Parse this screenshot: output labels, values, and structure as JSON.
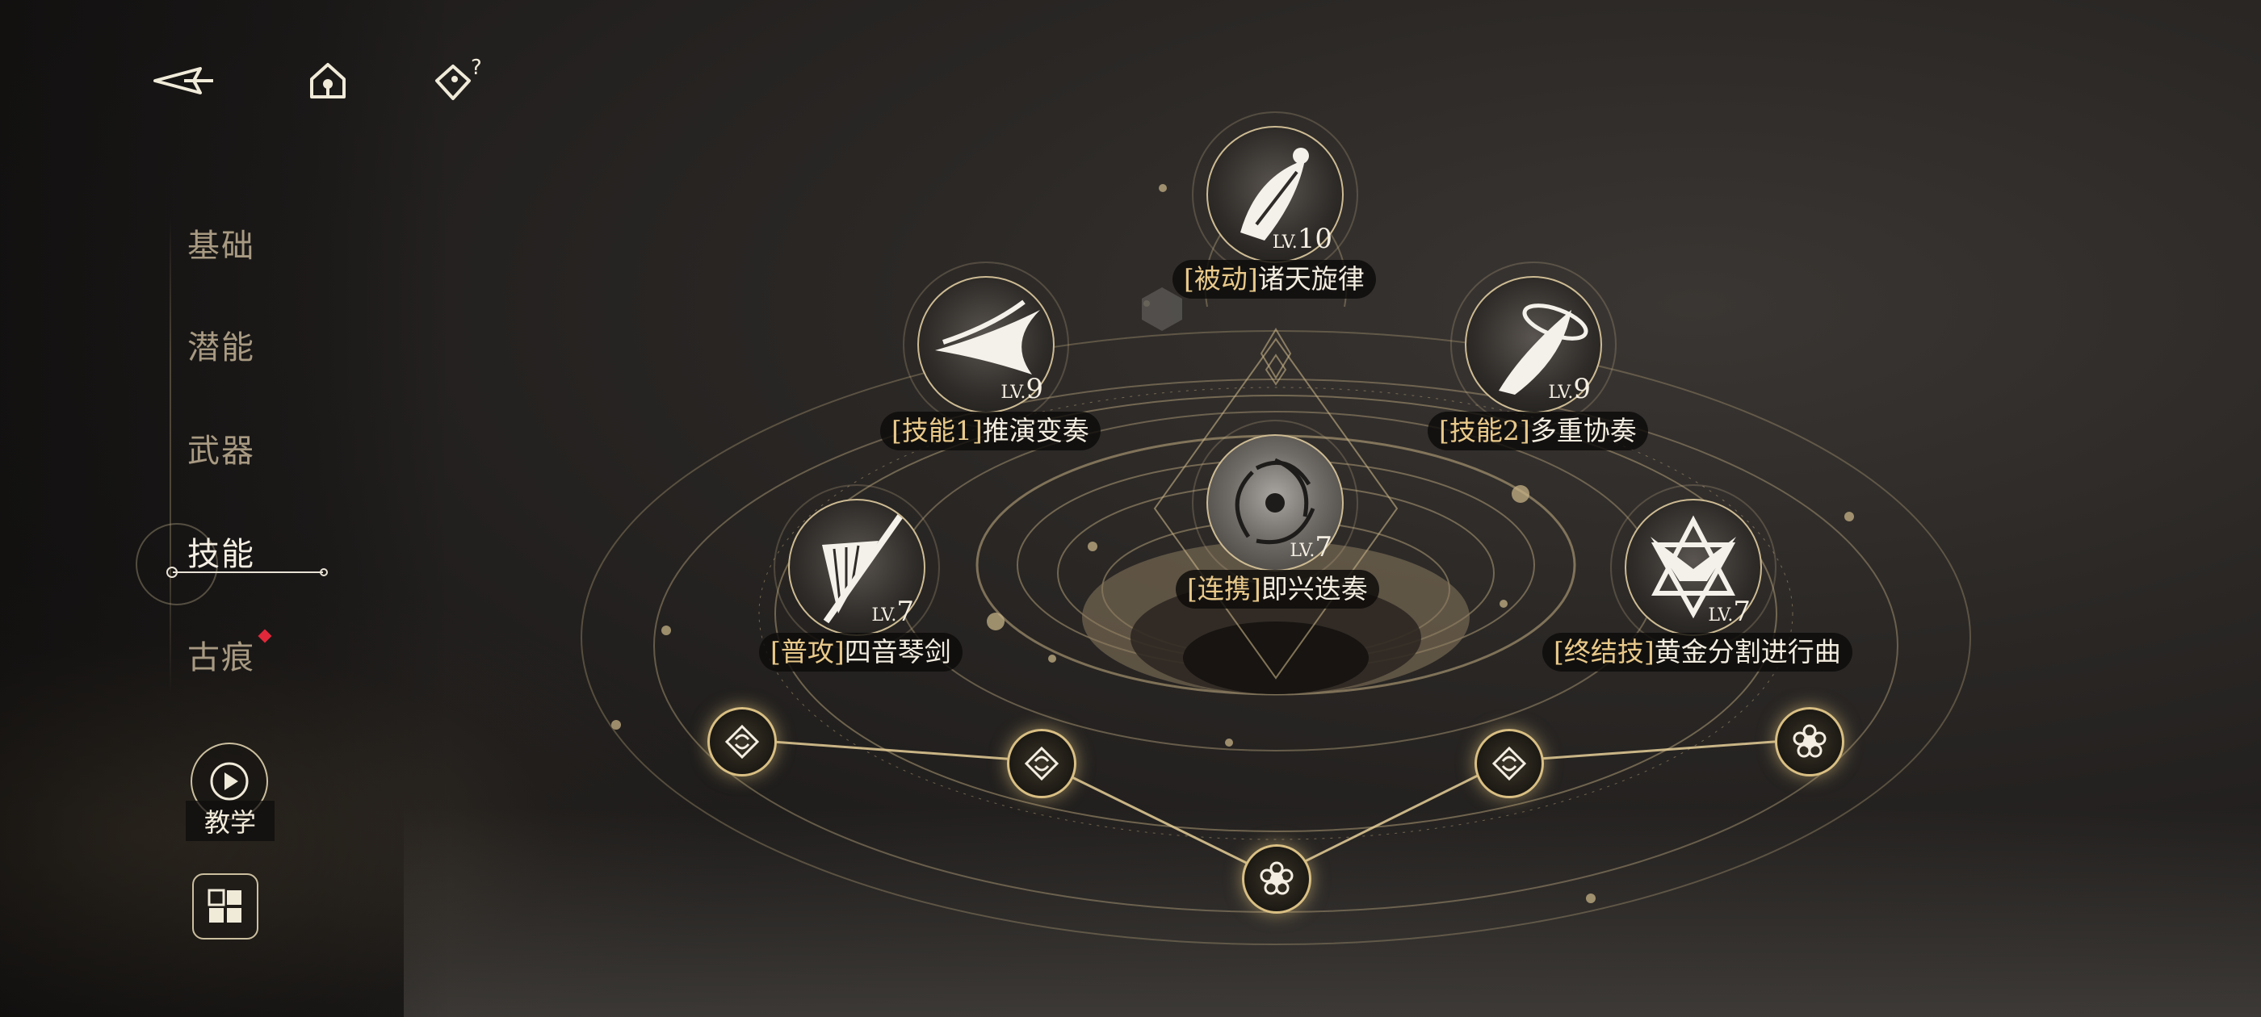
{
  "nav": {
    "items": [
      {
        "label": "基础"
      },
      {
        "label": "潜能"
      },
      {
        "label": "武器"
      },
      {
        "label": "技能"
      },
      {
        "label": "古痕"
      }
    ],
    "tutorial_label": "教学"
  },
  "skills": {
    "passive": {
      "tag": "[被动]",
      "name": "诸天旋律",
      "lv_prefix": "LV.",
      "lv": "10"
    },
    "skill1": {
      "tag": "[技能1]",
      "name": "推演变奏",
      "lv_prefix": "LV.",
      "lv": "9"
    },
    "skill2": {
      "tag": "[技能2]",
      "name": "多重协奏",
      "lv_prefix": "LV.",
      "lv": "9"
    },
    "combo": {
      "tag": "[连携]",
      "name": "即兴迭奏",
      "lv_prefix": "LV.",
      "lv": "7"
    },
    "normal": {
      "tag": "[普攻]",
      "name": "四音琴剑",
      "lv_prefix": "LV.",
      "lv": "7"
    },
    "ultimate": {
      "tag": "[终结技]",
      "name": "黄金分割进行曲",
      "lv_prefix": "LV.",
      "lv": "7"
    }
  },
  "colors": {
    "accent_gold": "#d9bf83",
    "tag_gold": "#e9c98a",
    "notice_red": "#e0283a"
  }
}
